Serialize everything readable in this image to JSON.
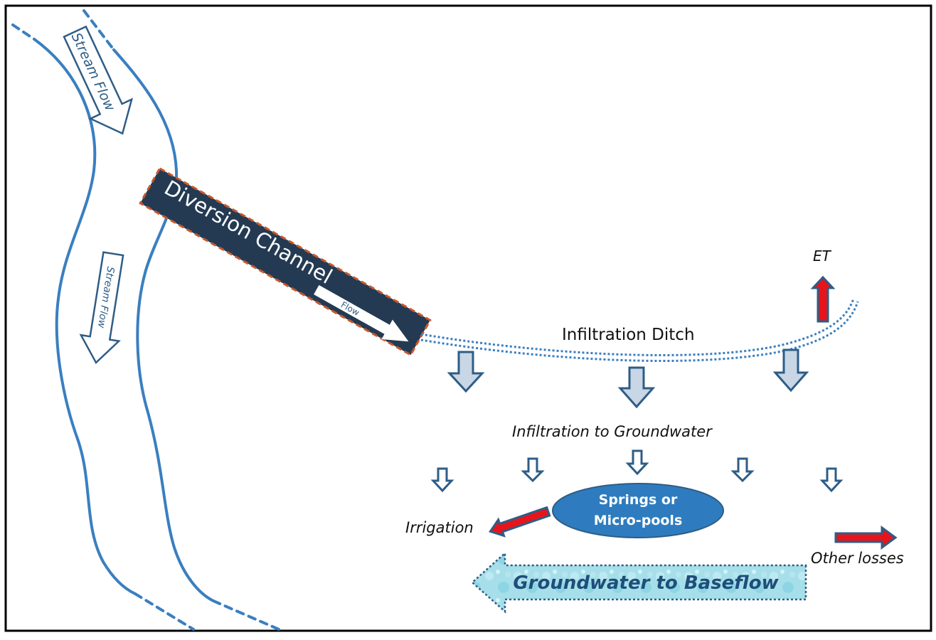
{
  "diagram": {
    "stream_flow_upper_label": "Stream Flow",
    "stream_flow_lower_label": "Stream Flow",
    "diversion_channel_label": "Diversion Channel",
    "flow_label": "Flow",
    "infiltration_ditch_label": "Infiltration Ditch",
    "et_label": "ET",
    "infiltration_groundwater_label": "Infiltration to Groundwater",
    "springs_line1": "Springs or",
    "springs_line2": "Micro-pools",
    "irrigation_label": "Irrigation",
    "other_losses_label": "Other losses",
    "baseflow_label": "Groundwater to Baseflow"
  },
  "colors": {
    "stream": "#3a7fc0",
    "dark_navy": "#243a53",
    "arrow_outline": "#2e5d86",
    "light_arrow_fill": "#c8d6e6",
    "red_arrow": "#e8141b",
    "springs_fill": "#2e7cbf",
    "baseflow_fill": "#9fdbe8",
    "orange_dash": "#c8582a",
    "border": "#000000"
  }
}
